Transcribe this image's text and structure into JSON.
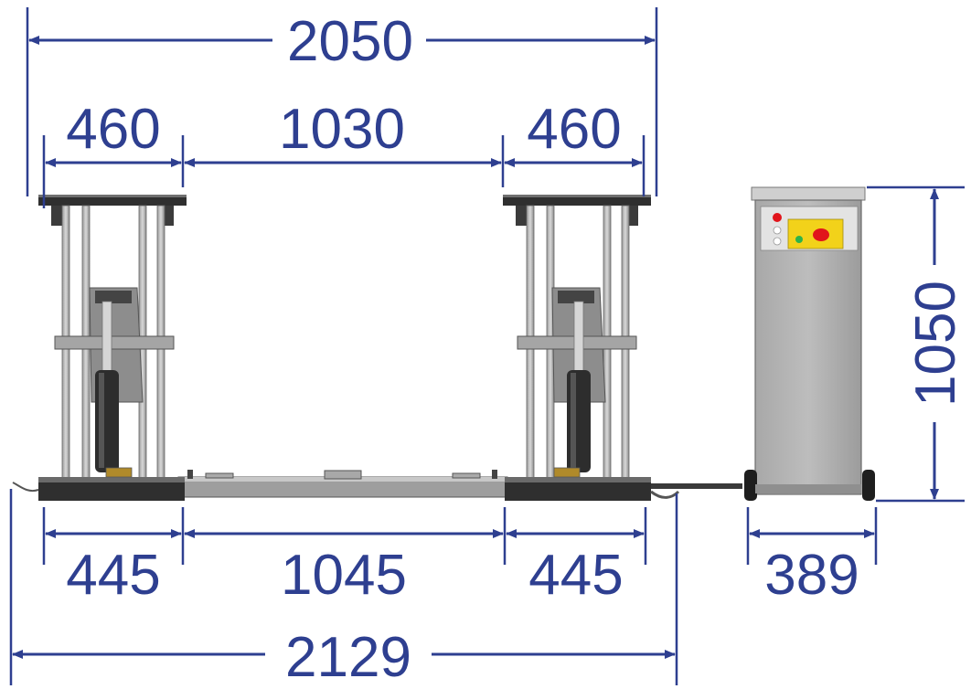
{
  "colors": {
    "dimension": "#2e3f90",
    "steel_dark": "#3a3a3a",
    "steel_mid": "#8c8c8c",
    "steel_light": "#b9b9b9",
    "panel_yellow": "#f2d21a",
    "button_red": "#e1141b",
    "button_green": "#2db34a"
  },
  "dimensions": {
    "top_overall": "2050",
    "top_left_pad": "460",
    "top_gap": "1030",
    "top_right_pad": "460",
    "bottom_left_base": "445",
    "bottom_gap": "1045",
    "bottom_right_base": "445",
    "bottom_overall": "2129",
    "console_width": "389",
    "console_height": "1050"
  },
  "icons": [
    "lift-column-left",
    "lift-column-right",
    "crossbar-icon",
    "control-console-icon",
    "hose-icon"
  ]
}
